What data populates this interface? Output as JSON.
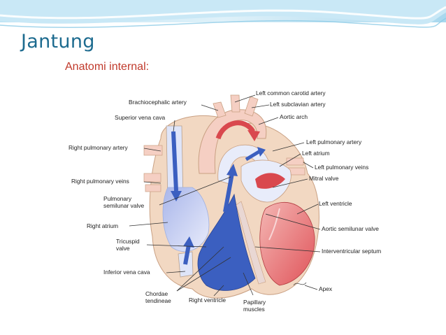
{
  "slide": {
    "title": "Jantung",
    "subtitle": "Anatomi internal:"
  },
  "colors": {
    "title": "#1d6b8f",
    "subtitle": "#c0392b",
    "header_band": "#cfeaf6",
    "oxygenated": "#d9484e",
    "deoxygenated": "#3b5fc0",
    "tissue": "#f2d8c2"
  },
  "diagram": {
    "labels": {
      "brachiocephalic_artery": "Brachiocephalic artery",
      "left_common_carotid_artery": "Left common carotid artery",
      "left_subclavian_artery": "Left subclavian artery",
      "superior_vena_cava": "Superior vena cava",
      "aortic_arch": "Aortic arch",
      "right_pulmonary_artery": "Right pulmonary artery",
      "left_pulmonary_artery": "Left pulmonary artery",
      "left_atrium": "Left atrium",
      "right_pulmonary_veins": "Right pulmonary veins",
      "left_pulmonary_veins": "Left pulmonary veins",
      "mitral_valve": "Mitral valve",
      "pulmonary_line1": "Pulmonary",
      "pulmonary_line2": "semilunar valve",
      "left_ventricle": "Left ventricle",
      "right_atrium": "Right atrium",
      "aortic_semilunar_valve": "Aortic semilunar valve",
      "tricuspid_line1": "Tricuspid",
      "tricuspid_line2": "valve",
      "interventricular_septum": "Interventricular septum",
      "inferior_vena_cava": "Inferior vena cava",
      "apex": "Apex",
      "chordae_line1": "Chordae",
      "chordae_line2": "tendineae",
      "right_ventricle": "Right ventricle",
      "papillary_line1": "Papillary",
      "papillary_line2": "muscles"
    }
  }
}
